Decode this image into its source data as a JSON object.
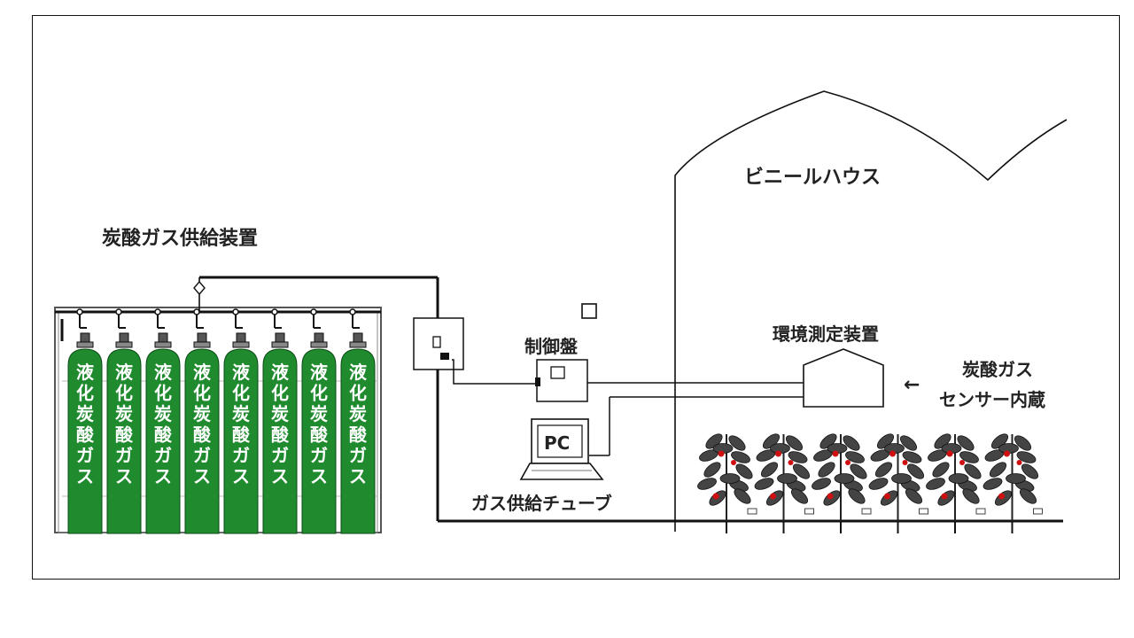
{
  "labels": {
    "supply_device": "炭酸ガス供給装置",
    "greenhouse": "ビニールハウス",
    "control_panel": "制御盤",
    "env_device": "環境測定装置",
    "sensor_line1": "炭酸ガス",
    "sensor_line2": "センサー内蔵",
    "pc": "PC",
    "tube": "ガス供給チューブ",
    "arrow": "←"
  },
  "cylinder": {
    "chars": [
      "液",
      "化",
      "炭",
      "酸",
      "ガ",
      "ス"
    ],
    "count": 8
  },
  "plants": {
    "count": 6
  },
  "colors": {
    "cylinder_green": "#1f8a2e",
    "line": "#111111",
    "leaf": "#444444",
    "accent_red": "#d01010"
  }
}
